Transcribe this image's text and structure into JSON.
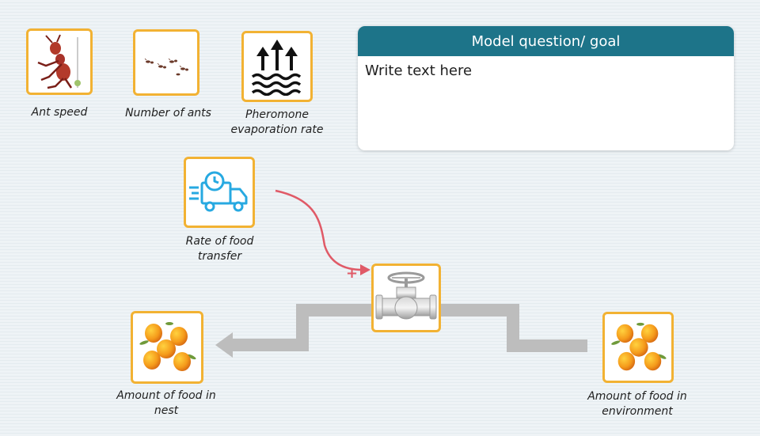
{
  "goal_panel": {
    "title": "Model question/ goal",
    "placeholder_text": "Write text here"
  },
  "nodes": {
    "ant_speed": {
      "label": "Ant speed",
      "icon": "running-ant-icon"
    },
    "number_of_ants": {
      "label": "Number of ants",
      "icon": "ants-group-icon"
    },
    "pheromone": {
      "label_line1": "Pheromone",
      "label_line2": "evaporation rate",
      "icon": "evaporation-arrows-icon"
    },
    "rate_of_food_transfer": {
      "label_line1": "Rate of food",
      "label_line2": "transfer",
      "icon": "delivery-truck-icon"
    },
    "valve": {
      "icon": "valve-icon"
    },
    "food_nest": {
      "label_line1": "Amount of food in",
      "label_line2": "nest",
      "icon": "mango-pile-icon"
    },
    "food_environment": {
      "label_line1": "Amount of food in",
      "label_line2": "environment",
      "icon": "mango-pile-icon"
    }
  },
  "links": [
    {
      "from": "rate_of_food_transfer",
      "to": "valve",
      "polarity": "+",
      "color": "#e05a67"
    }
  ],
  "colors": {
    "node_border": "#f2b233",
    "panel_header": "#1d7489",
    "flow_pipe": "#bdbdbd",
    "link": "#e05a67",
    "icon_blue": "#27a9e1"
  }
}
